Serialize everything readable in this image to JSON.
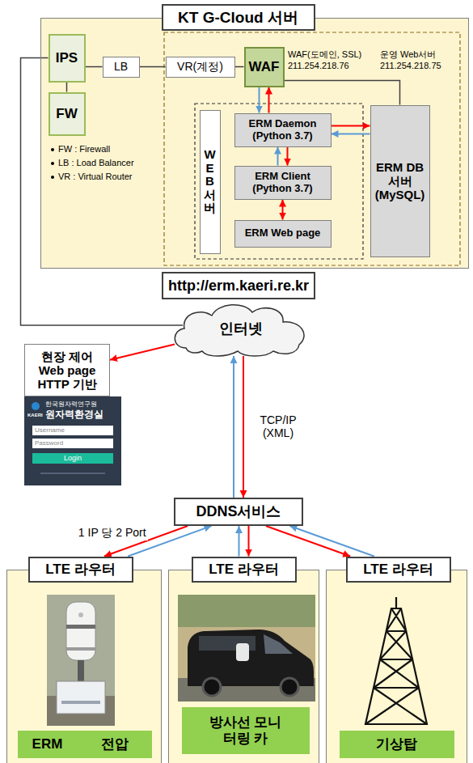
{
  "diagram": {
    "nodes": [
      {
        "text": [
          "KT G-Cloud 서버"
        ]
      },
      {
        "text": [
          "IPS"
        ],
        "in": 0
      },
      {
        "text": [
          "FW"
        ],
        "in": 0
      },
      {
        "text": [
          "LB"
        ],
        "in": 0
      },
      {
        "text": [
          "VR(계정)"
        ],
        "in": 0
      },
      {
        "text": [
          "WAF"
        ],
        "in": 0
      },
      {
        "text": [
          "WEB서버"
        ],
        "in": 0
      },
      {
        "text": [
          "ERM Daemon (Python 3.7)"
        ],
        "in": 0
      },
      {
        "text": [
          "ERM Client (Python 3.7)"
        ],
        "in": 0
      },
      {
        "text": [
          "ERM Web page"
        ],
        "in": 0
      },
      {
        "text": [
          "ERM DB 서버 (MySQL)"
        ],
        "in": 0
      },
      {
        "text": [
          "http://erm.kaeri.re.kr"
        ]
      },
      {
        "text": [
          "인터넷"
        ]
      },
      {
        "text": [
          "현장 제어 Web page HTTP 기반"
        ]
      },
      {
        "text": [
          "DDNS서비스"
        ]
      },
      {
        "text": [
          "LTE 라우터"
        ]
      },
      {
        "text": [
          "ERM"
        ],
        "in": 15
      },
      {
        "text": [
          "전압"
        ],
        "in": 15
      },
      {
        "text": [
          "LTE 라우터"
        ]
      },
      {
        "text": [
          "방사선 모니터링 카"
        ],
        "in": 18
      },
      {
        "text": [
          "LTE 라우터"
        ]
      },
      {
        "text": [
          "기상탑"
        ],
        "in": 20
      }
    ],
    "edges": [
      {
        "from": 1,
        "to": 12,
        "arrow": "none"
      },
      {
        "from": 1,
        "to": 2,
        "arrow": "none"
      },
      {
        "from": 1,
        "to": 3,
        "arrow": "none"
      },
      {
        "from": 3,
        "to": 4,
        "arrow": "none"
      },
      {
        "from": 4,
        "to": 5,
        "arrow": "none"
      },
      {
        "from": 5,
        "to": 10,
        "arrow": "none"
      },
      {
        "from": 5,
        "to": 7,
        "arrow": "to"
      },
      {
        "from": 7,
        "to": 5,
        "arrow": "to"
      },
      {
        "from": 7,
        "to": 8,
        "arrow": "to"
      },
      {
        "from": 8,
        "to": 7,
        "arrow": "to"
      },
      {
        "from": 8,
        "to": 9,
        "arrow": "both"
      },
      {
        "from": 7,
        "to": 10,
        "arrow": "to"
      },
      {
        "from": 10,
        "to": 7,
        "arrow": "to"
      },
      {
        "from": 12,
        "to": 13,
        "arrow": "to"
      },
      {
        "from": 14,
        "to": 12,
        "arrow": "to",
        "label": "TCP/IP (XML)"
      },
      {
        "from": 12,
        "to": 14,
        "arrow": "to"
      },
      {
        "from": 15,
        "to": 14,
        "arrow": "to",
        "label": "1 IP 당 2 Port"
      },
      {
        "from": 14,
        "to": 15,
        "arrow": "to"
      },
      {
        "from": 18,
        "to": 14,
        "arrow": "to"
      },
      {
        "from": 14,
        "to": 18,
        "arrow": "to"
      },
      {
        "from": 20,
        "to": 14,
        "arrow": "to"
      },
      {
        "from": 14,
        "to": 20,
        "arrow": "to"
      }
    ],
    "labels": [
      "WAF(도메인, SSL)",
      "211.254.218.76",
      "운영 Web서버",
      "211.254.218.75",
      "FW : Firewall",
      "LB : Load Balancer",
      "VR : Virtual Router",
      "KAERI",
      "한국원자력연구원",
      "원자력환경실",
      "Username",
      "Password",
      "Login"
    ]
  }
}
